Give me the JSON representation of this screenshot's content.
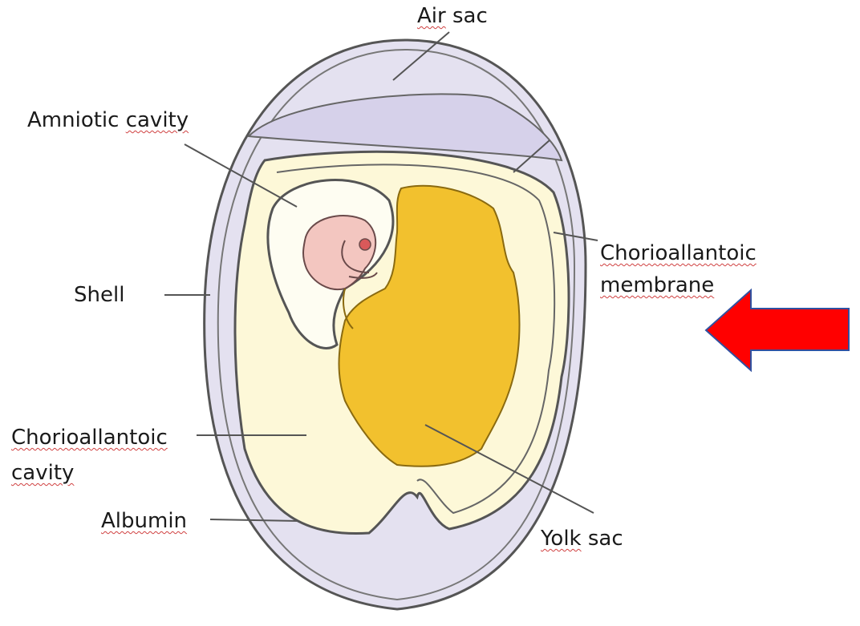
{
  "labels": {
    "air_sac": {
      "word1": "Air",
      "word2": "sac"
    },
    "amniotic_cavity": {
      "word1": "Amniotic",
      "word2": "cavity"
    },
    "shell": "Shell",
    "chorioallantoic_membrane": {
      "line1": "Chorioallantoic",
      "line2": "membrane"
    },
    "chorioallantoic_cavity": {
      "line1": "Chorioallantoic",
      "line2": "cavity"
    },
    "albumin": "Albumin",
    "yolk_sac": {
      "word1": "Yolk",
      "word2": "sac"
    }
  },
  "colors": {
    "shell_fill": "#e4e1f0",
    "albumin_fill": "#fdf8d8",
    "yolk_fill": "#f2c12e",
    "embryo_fill": "#f3c6c0",
    "outline": "#555555",
    "arrow_fill": "#ff0000",
    "arrow_stroke": "#3050a0"
  }
}
